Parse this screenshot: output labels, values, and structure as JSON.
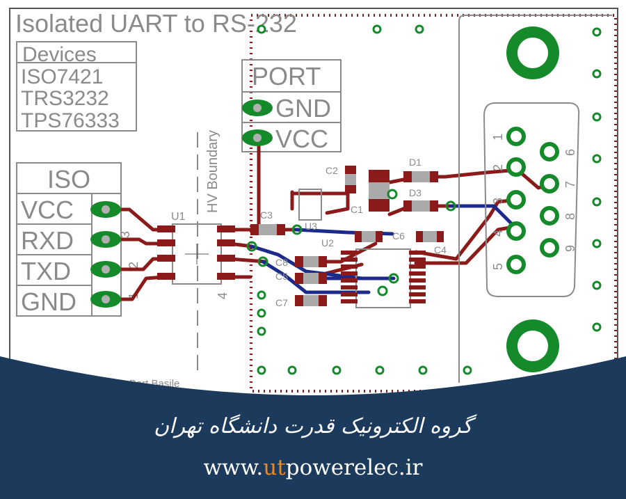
{
  "board": {
    "title": "Isolated UART to RS-232",
    "devices_header": "Devices",
    "devices": [
      "ISO7421",
      "TRS3232",
      "TPS76333"
    ],
    "iso_header": "ISO",
    "iso_pins": [
      "VCC",
      "RXD",
      "TXD",
      "GND"
    ],
    "iso_pin_numbers": [
      "3",
      "2",
      "1"
    ],
    "port_header": "PORT",
    "port_pins": [
      "GND",
      "VCC"
    ],
    "hv_label": "HV Boundary",
    "u1_label": "U1",
    "u1_pin4": "4",
    "u2_label": "U2",
    "u3_label": "U3",
    "capacitors": [
      "C1",
      "C2",
      "C3",
      "C4",
      "C5",
      "C6",
      "C7",
      "C8"
    ],
    "diodes": [
      "D1",
      "D3"
    ],
    "db9_pins": [
      "1",
      "2",
      "3",
      "4",
      "5",
      "6",
      "7",
      "8",
      "9"
    ],
    "author_partial": "te - Bart Basile",
    "colors": {
      "copper_top": "#8b1a1a",
      "copper_bottom": "#1c2a8c",
      "pad": "#148a2a",
      "silk": "#8a8a8a",
      "footer": "#1b3a5c"
    }
  },
  "footer": {
    "group_name": "گروه الکترونیک قدرت دانشگاه تهران",
    "url_prefix": "www.",
    "url_highlight": "ut",
    "url_suffix": "powerelec.ir",
    "highlight_color": "#e8892a"
  }
}
